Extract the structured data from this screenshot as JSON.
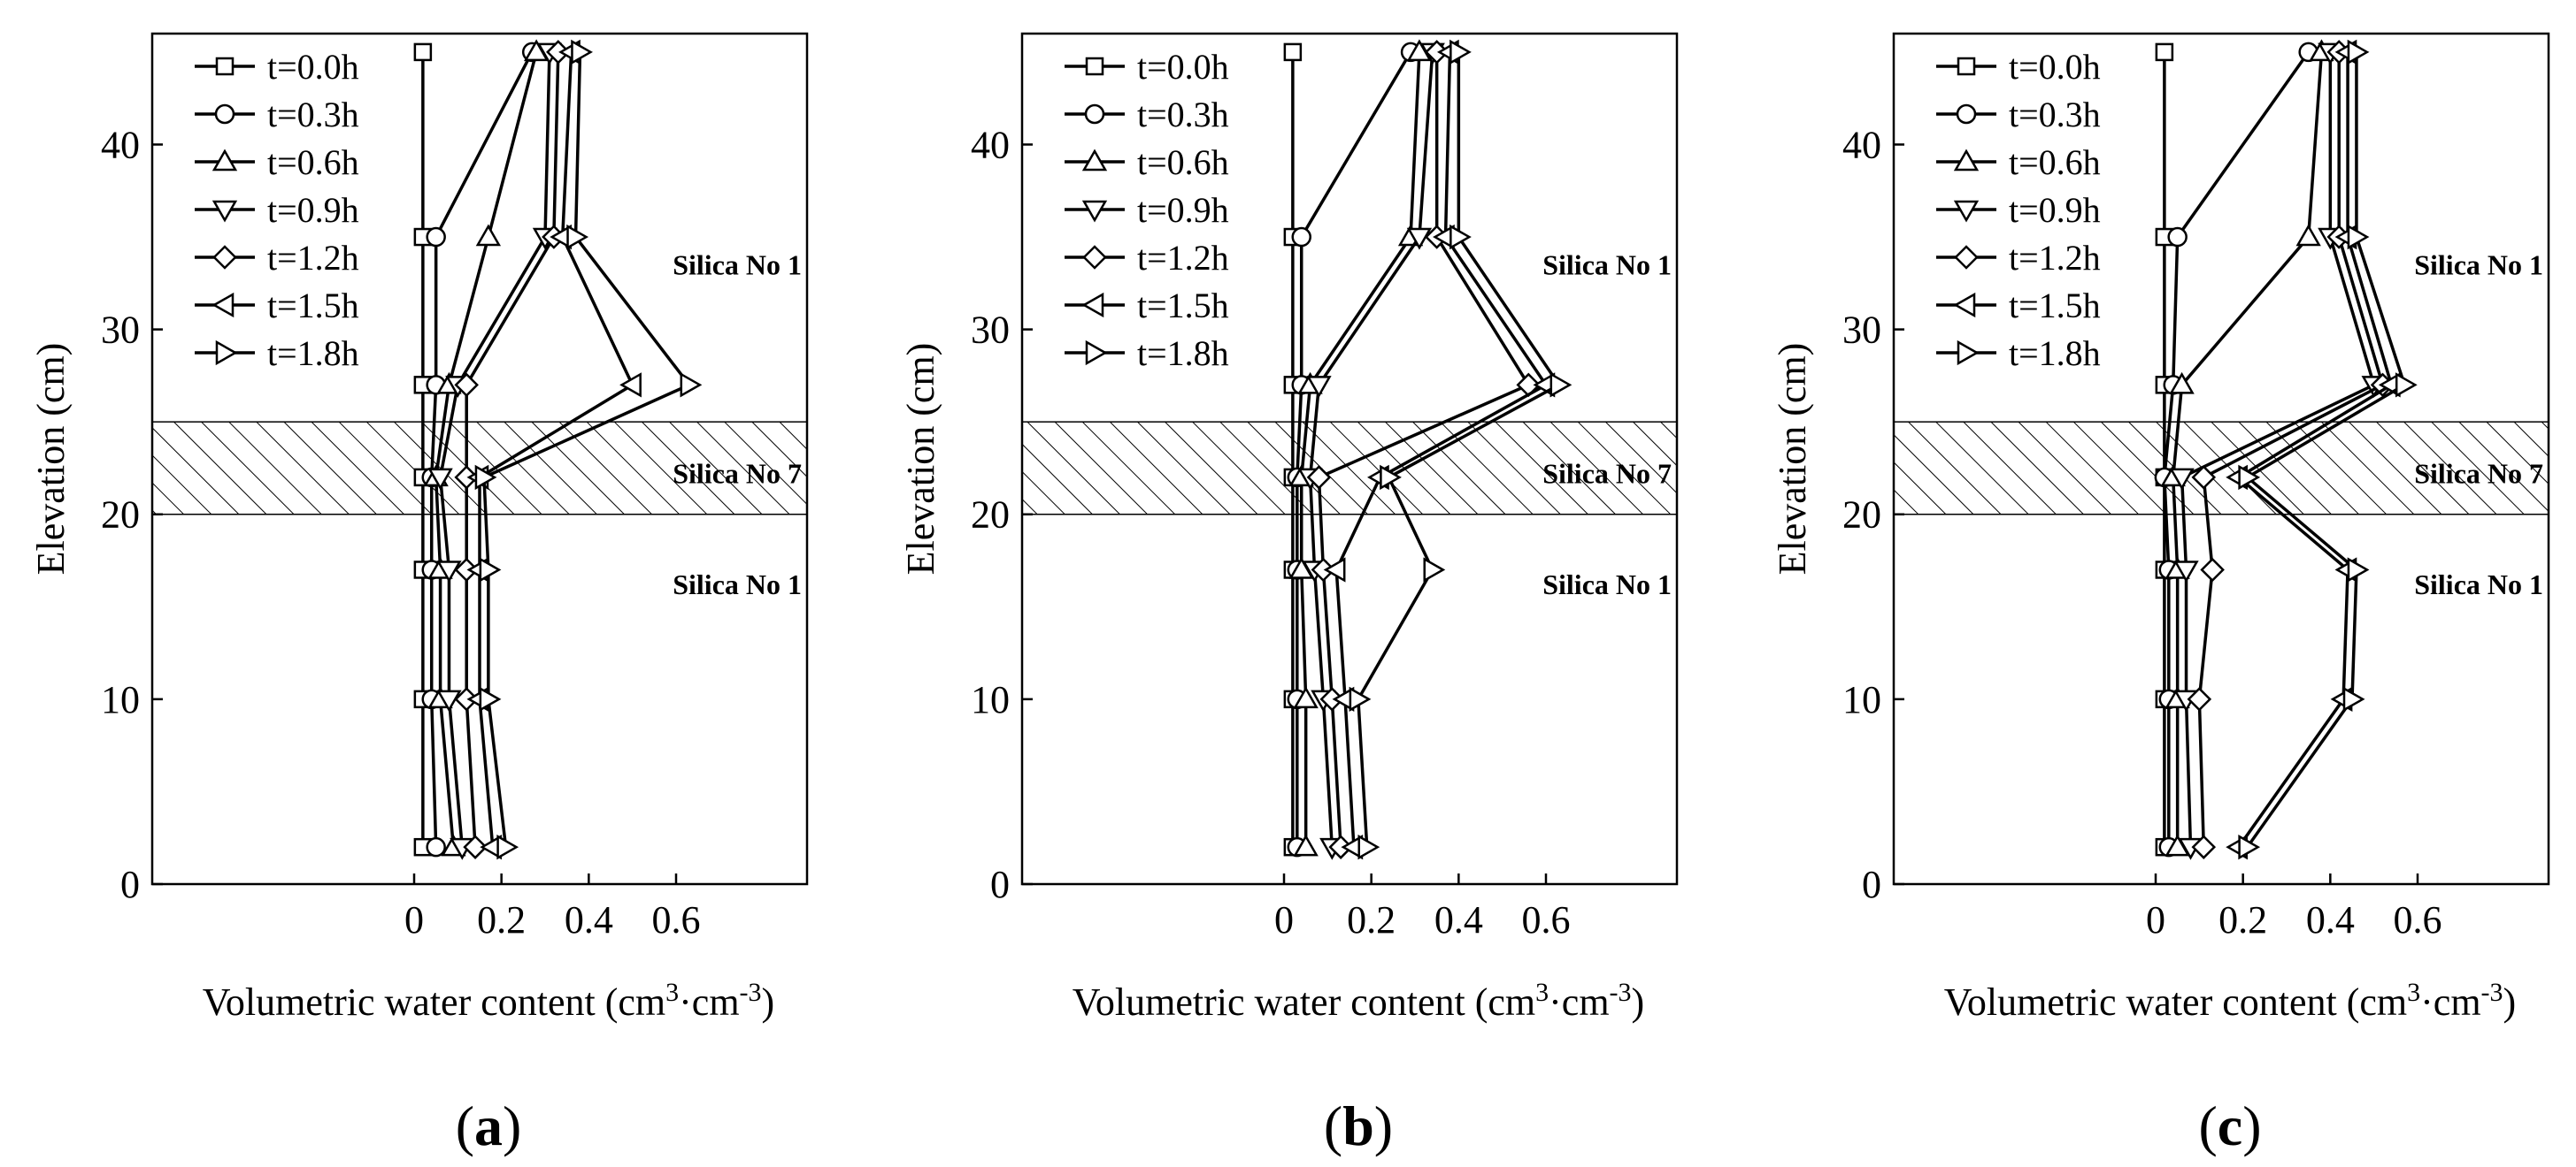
{
  "figure": {
    "panel_labels": [
      "a",
      "b",
      "c"
    ]
  },
  "chart_data": [
    {
      "type": "line",
      "panel": "a",
      "xlabel": "Volumetric water content (cm",
      "xlabel_sup1": "3",
      "xlabel_mid": "·cm",
      "xlabel_sup2": "-3",
      "xlabel_end": ")",
      "ylabel": "Elevation (cm)",
      "xlim": [
        -0.6,
        0.9
      ],
      "ylim": [
        0,
        46
      ],
      "xticks": [
        0,
        0.2,
        0.4,
        0.6
      ],
      "xtick_labels": [
        "0",
        "0.2",
        "0.4",
        "0.6"
      ],
      "yticks": [
        0,
        10,
        20,
        30,
        40
      ],
      "ytick_labels": [
        "0",
        "10",
        "20",
        "30",
        "40"
      ],
      "layers": [
        {
          "label": "Silica No 7",
          "y_from": 20,
          "y_to": 25
        }
      ],
      "zone_labels": [
        "Silica No 1",
        "Silica No 7",
        "Silica No 1"
      ],
      "elevations": [
        2,
        10,
        17,
        22,
        27,
        35,
        45
      ],
      "legend_position": "top-left",
      "series": [
        {
          "name": "t=0.0h",
          "marker": "square",
          "values": [
            0.02,
            0.02,
            0.02,
            0.02,
            0.02,
            0.02,
            0.02
          ]
        },
        {
          "name": "t=0.3h",
          "marker": "circle",
          "values": [
            0.05,
            0.04,
            0.04,
            0.04,
            0.05,
            0.05,
            0.27
          ]
        },
        {
          "name": "t=0.6h",
          "marker": "triangle-up",
          "values": [
            0.09,
            0.06,
            0.06,
            0.05,
            0.08,
            0.17,
            0.28
          ]
        },
        {
          "name": "t=0.9h",
          "marker": "triangle-down",
          "values": [
            0.11,
            0.08,
            0.08,
            0.06,
            0.1,
            0.3,
            0.31
          ]
        },
        {
          "name": "t=1.2h",
          "marker": "diamond",
          "values": [
            0.14,
            0.12,
            0.12,
            0.12,
            0.12,
            0.32,
            0.33
          ]
        },
        {
          "name": "t=1.5h",
          "marker": "triangle-left",
          "values": [
            0.18,
            0.15,
            0.15,
            0.15,
            0.5,
            0.34,
            0.36
          ]
        },
        {
          "name": "t=1.8h",
          "marker": "triangle-right",
          "values": [
            0.21,
            0.17,
            0.17,
            0.16,
            0.63,
            0.37,
            0.38
          ]
        }
      ]
    },
    {
      "type": "line",
      "panel": "b",
      "xlabel": "Volumetric water content (cm",
      "xlabel_sup1": "3",
      "xlabel_mid": "·cm",
      "xlabel_sup2": "-3",
      "xlabel_end": ")",
      "ylabel": "Elevation (cm)",
      "xlim": [
        -0.6,
        0.9
      ],
      "ylim": [
        0,
        46
      ],
      "xticks": [
        0,
        0.2,
        0.4,
        0.6
      ],
      "xtick_labels": [
        "0",
        "0.2",
        "0.4",
        "0.6"
      ],
      "yticks": [
        0,
        10,
        20,
        30,
        40
      ],
      "ytick_labels": [
        "0",
        "10",
        "20",
        "30",
        "40"
      ],
      "layers": [
        {
          "label": "Silica No 7",
          "y_from": 20,
          "y_to": 25
        }
      ],
      "zone_labels": [
        "Silica No 1",
        "Silica No 7",
        "Silica No 1"
      ],
      "elevations": [
        2,
        10,
        17,
        22,
        27,
        35,
        45
      ],
      "legend_position": "top-left",
      "series": [
        {
          "name": "t=0.0h",
          "marker": "square",
          "values": [
            0.02,
            0.02,
            0.02,
            0.02,
            0.02,
            0.02,
            0.02
          ]
        },
        {
          "name": "t=0.3h",
          "marker": "circle",
          "values": [
            0.03,
            0.03,
            0.03,
            0.03,
            0.04,
            0.04,
            0.29
          ]
        },
        {
          "name": "t=0.6h",
          "marker": "triangle-up",
          "values": [
            0.05,
            0.05,
            0.04,
            0.04,
            0.06,
            0.29,
            0.31
          ]
        },
        {
          "name": "t=0.9h",
          "marker": "triangle-down",
          "values": [
            0.11,
            0.09,
            0.07,
            0.06,
            0.08,
            0.31,
            0.34
          ]
        },
        {
          "name": "t=1.2h",
          "marker": "diamond",
          "values": [
            0.13,
            0.11,
            0.09,
            0.08,
            0.56,
            0.35,
            0.35
          ]
        },
        {
          "name": "t=1.5h",
          "marker": "triangle-left",
          "values": [
            0.16,
            0.14,
            0.12,
            0.22,
            0.6,
            0.37,
            0.38
          ]
        },
        {
          "name": "t=1.8h",
          "marker": "triangle-right",
          "values": [
            0.19,
            0.17,
            0.34,
            0.24,
            0.63,
            0.4,
            0.4
          ]
        }
      ]
    },
    {
      "type": "line",
      "panel": "c",
      "xlabel": "Volumetric water content (cm",
      "xlabel_sup1": "3",
      "xlabel_mid": "·cm",
      "xlabel_sup2": "-3",
      "xlabel_end": ")",
      "ylabel": "Elevation (cm)",
      "xlim": [
        -0.6,
        0.9
      ],
      "ylim": [
        0,
        46
      ],
      "xticks": [
        0,
        0.2,
        0.4,
        0.6
      ],
      "xtick_labels": [
        "0",
        "0.2",
        "0.4",
        "0.6"
      ],
      "yticks": [
        0,
        10,
        20,
        30,
        40
      ],
      "ytick_labels": [
        "0",
        "10",
        "20",
        "30",
        "40"
      ],
      "layers": [
        {
          "label": "Silica No 7",
          "y_from": 20,
          "y_to": 25
        }
      ],
      "zone_labels": [
        "Silica No 1",
        "Silica No 7",
        "Silica No 1"
      ],
      "elevations": [
        2,
        10,
        17,
        22,
        27,
        35,
        45
      ],
      "legend_position": "top-left",
      "series": [
        {
          "name": "t=0.0h",
          "marker": "square",
          "values": [
            0.02,
            0.02,
            0.02,
            0.02,
            0.02,
            0.02,
            0.02
          ]
        },
        {
          "name": "t=0.3h",
          "marker": "circle",
          "values": [
            0.03,
            0.03,
            0.03,
            0.02,
            0.04,
            0.05,
            0.35
          ]
        },
        {
          "name": "t=0.6h",
          "marker": "triangle-up",
          "values": [
            0.05,
            0.05,
            0.05,
            0.04,
            0.06,
            0.35,
            0.38
          ]
        },
        {
          "name": "t=0.9h",
          "marker": "triangle-down",
          "values": [
            0.08,
            0.07,
            0.07,
            0.06,
            0.5,
            0.4,
            0.4
          ]
        },
        {
          "name": "t=1.2h",
          "marker": "diamond",
          "values": [
            0.11,
            0.1,
            0.13,
            0.11,
            0.52,
            0.42,
            0.42
          ]
        },
        {
          "name": "t=1.5h",
          "marker": "triangle-left",
          "values": [
            0.19,
            0.43,
            0.44,
            0.19,
            0.54,
            0.44,
            0.44
          ]
        },
        {
          "name": "t=1.8h",
          "marker": "triangle-right",
          "values": [
            0.21,
            0.45,
            0.46,
            0.21,
            0.57,
            0.46,
            0.46
          ]
        }
      ]
    }
  ]
}
